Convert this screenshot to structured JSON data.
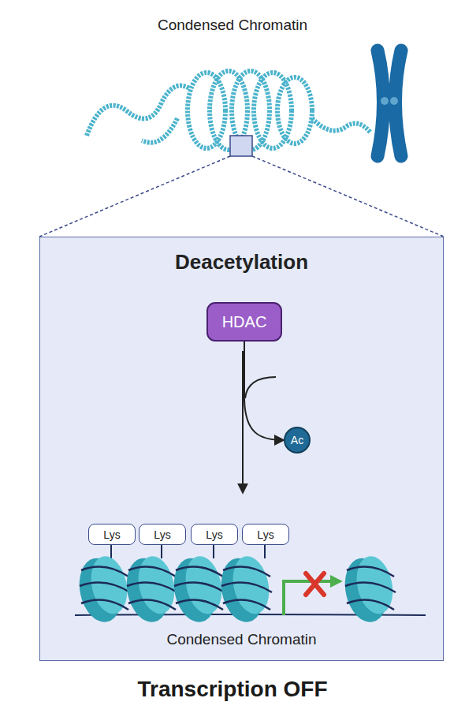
{
  "diagram": {
    "title": "Condensed Chromatin",
    "caption": "Transcription OFF",
    "nodes": [
      {
        "text": [
          "Deacetylation"
        ]
      },
      {
        "text": [
          "HDAC"
        ],
        "in": 0
      },
      {
        "text": [
          "Ac"
        ],
        "in": 0
      },
      {
        "text": [
          "Lys"
        ],
        "in": 0
      },
      {
        "text": [
          "Lys"
        ],
        "in": 0
      },
      {
        "text": [
          "Lys"
        ],
        "in": 0
      },
      {
        "text": [
          "Lys"
        ],
        "in": 0
      }
    ],
    "edges": [
      {
        "from": 1,
        "to": 2,
        "arrow": "to"
      }
    ],
    "labels": [
      "Condensed Chromatin"
    ]
  }
}
